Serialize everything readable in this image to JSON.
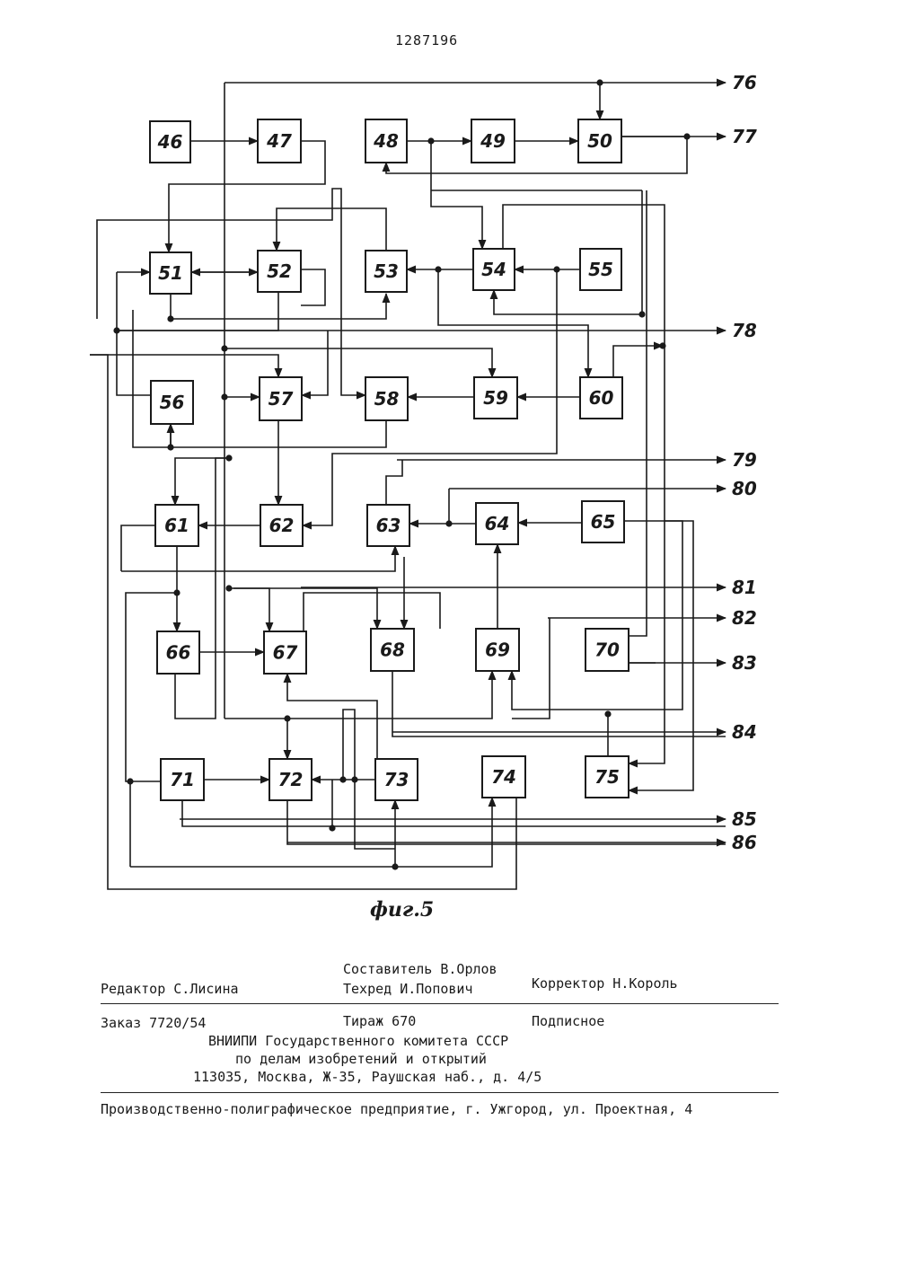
{
  "header": {
    "patent_number": "1287196"
  },
  "figure": {
    "caption": "фиг.5",
    "blocks": [
      "46",
      "47",
      "48",
      "49",
      "50",
      "51",
      "52",
      "53",
      "54",
      "55",
      "56",
      "57",
      "58",
      "59",
      "60",
      "61",
      "62",
      "63",
      "64",
      "65",
      "66",
      "67",
      "68",
      "69",
      "70",
      "71",
      "72",
      "73",
      "74",
      "75"
    ],
    "outputs": [
      "76",
      "77",
      "78",
      "79",
      "80",
      "81",
      "82",
      "83",
      "84",
      "85",
      "86"
    ]
  },
  "imprint": {
    "compiler": "Составитель В.Орлов",
    "editor": "Редактор С.Лисина",
    "techred": "Техред И.Попович",
    "corrector": "Корректор Н.Король",
    "order": "Заказ 7720/54",
    "circulation": "Тираж 670",
    "subscription": "Подписное",
    "org_line1": "ВНИИПИ Государственного комитета СССР",
    "org_line2": "по делам изобретений и открытий",
    "address": "113035, Москва, Ж-35, Раушская наб., д. 4/5",
    "printer": "Производственно-полиграфическое предприятие, г. Ужгород, ул. Проектная, 4"
  }
}
